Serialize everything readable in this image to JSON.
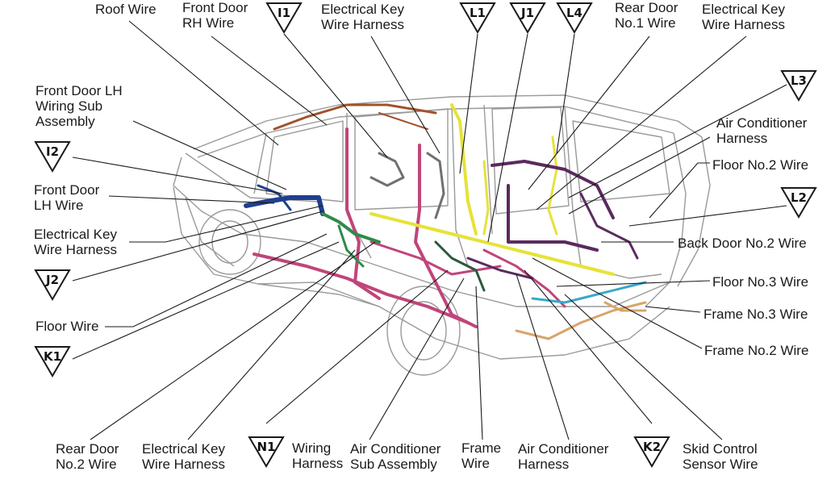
{
  "labels": {
    "roof_wire": "Roof Wire",
    "front_door_rh_wire": "Front Door\nRH Wire",
    "electrical_key_top_1": "Electrical Key\nWire Harness",
    "rear_door_no1_wire": "Rear Door\nNo.1 Wire",
    "electrical_key_top_2": "Electrical Key\nWire Harness",
    "front_door_lh_wiring_sub_assembly": "Front Door LH\nWiring Sub\nAssembly",
    "air_conditioner_harness_right": "Air Conditioner\nHarness",
    "floor_no2_wire": "Floor No.2 Wire",
    "front_door_lh_wire": "Front Door\nLH Wire",
    "electrical_key_left": "Electrical Key\nWire Harness",
    "back_door_no2_wire": "Back Door No.2 Wire",
    "floor_no3_wire": "Floor No.3 Wire",
    "floor_wire": "Floor Wire",
    "frame_no3_wire": "Frame No.3 Wire",
    "frame_no2_wire": "Frame No.2 Wire",
    "rear_door_no2_wire": "Rear Door\nNo.2 Wire",
    "electrical_key_bottom": "Electrical Key\nWire Harness",
    "wiring_harness": "Wiring\nHarness",
    "air_conditioner_sub_assembly": "Air Conditioner\nSub Assembly",
    "frame_wire": "Frame\nWire",
    "air_conditioner_harness_bottom": "Air Conditioner\nHarness",
    "skid_control_sensor_wire": "Skid Control\nSensor Wire"
  },
  "markers": {
    "i1": "I1",
    "l1": "L1",
    "j1": "J1",
    "l4": "L4",
    "l3": "L3",
    "i2": "I2",
    "l2": "L2",
    "j2": "J2",
    "k1": "K1",
    "n1": "N1",
    "k2": "K2"
  },
  "colors": {
    "label_text": "#1a1a1a",
    "leader_line": "#1a1a1a",
    "car_outline": "#9a9a9a",
    "wire_pink": "#c0457a",
    "wire_yellow": "#e6e23a",
    "wire_purple": "#5a2a5e",
    "wire_blue": "#1f3f8f",
    "wire_green": "#2f8a4a",
    "wire_brown": "#a0522d",
    "wire_cyan": "#3aa8c8",
    "wire_tan": "#d9a46b",
    "wire_grey": "#707070"
  }
}
